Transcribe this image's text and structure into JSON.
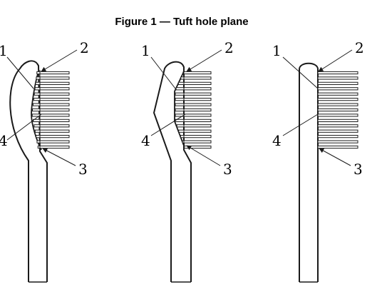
{
  "figure": {
    "title": "Figure 1 — Tuft hole plane"
  },
  "panels": [
    {
      "name": "curved-back",
      "labels": {
        "one": "1",
        "two": "2",
        "three": "3",
        "four": "4"
      }
    },
    {
      "name": "angled-back",
      "labels": {
        "one": "1",
        "two": "2",
        "three": "3",
        "four": "4"
      }
    },
    {
      "name": "straight",
      "labels": {
        "one": "1",
        "two": "2",
        "three": "3",
        "four": "4"
      }
    }
  ],
  "colors": {
    "line": "#1a1a1a",
    "background": "#ffffff"
  }
}
